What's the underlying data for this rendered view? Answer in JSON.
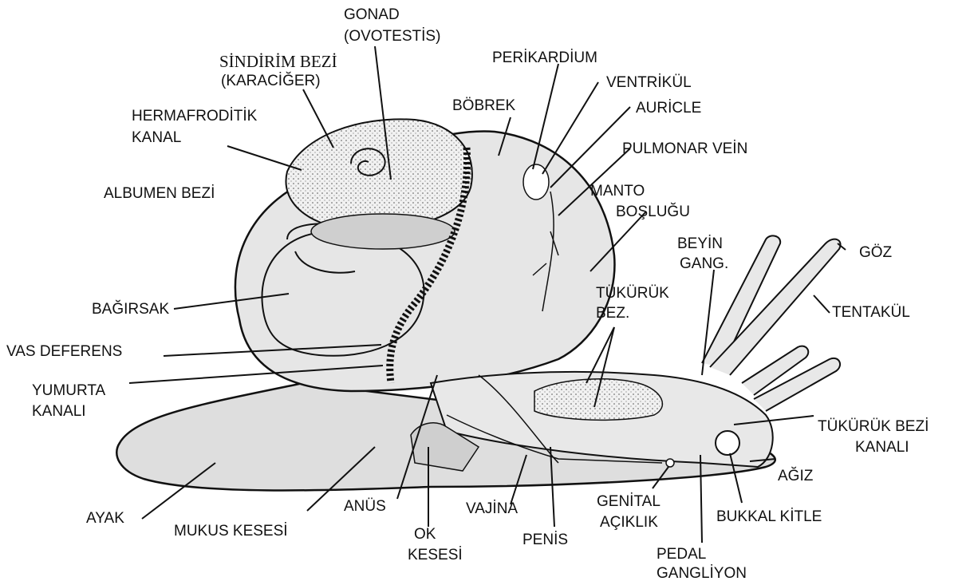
{
  "labels": {
    "gonad": "GONAD",
    "ovotestis": "(OVOTESTİS)",
    "sindirim_bezi": "SİNDİRİM BEZİ",
    "karaciger": "(KARACİĞER)",
    "hermafroditik": "HERMAFRODİTİK",
    "kanal": "KANAL",
    "albumen": "ALBUMEN BEZİ",
    "bobrek": "BÖBREK",
    "perikardium": "PERİKARDİUM",
    "ventrikul": "VENTRİKÜL",
    "auricle": "AURİCLE",
    "pulmonar": "PULMONAR VEİN",
    "manto": "MANTO",
    "boslugu": "BOŞLUĞU",
    "beyin": "BEYİN",
    "gang": "GANG.",
    "goz": "GÖZ",
    "tukuruk": "TÜKÜRÜK",
    "bez": "BEZ.",
    "tentakul": "TENTAKÜL",
    "bagirsak": "BAĞIRSAK",
    "vas": "VAS DEFERENS",
    "yumurta": "YUMURTA",
    "kanali": "KANALI",
    "tukuruk_bezi": "TÜKÜRÜK BEZİ",
    "tb_kanali": "KANALI",
    "agiz": "AĞIZ",
    "ayak": "AYAK",
    "mukus": "MUKUS KESESİ",
    "anus": "ANÜS",
    "ok": "OK",
    "kesesi": "KESESİ",
    "vajina": "VAJİNA",
    "genital": "GENİTAL",
    "aciklik": "AÇIKLIK",
    "penis": "PENİS",
    "bukkal": "BUKKAL KİTLE",
    "pedal": "PEDAL",
    "gangliyon": "GANGLİYON"
  },
  "colors": {
    "fill": "#dcdcdc",
    "fill_light": "#ececec",
    "stroke": "#111111"
  }
}
